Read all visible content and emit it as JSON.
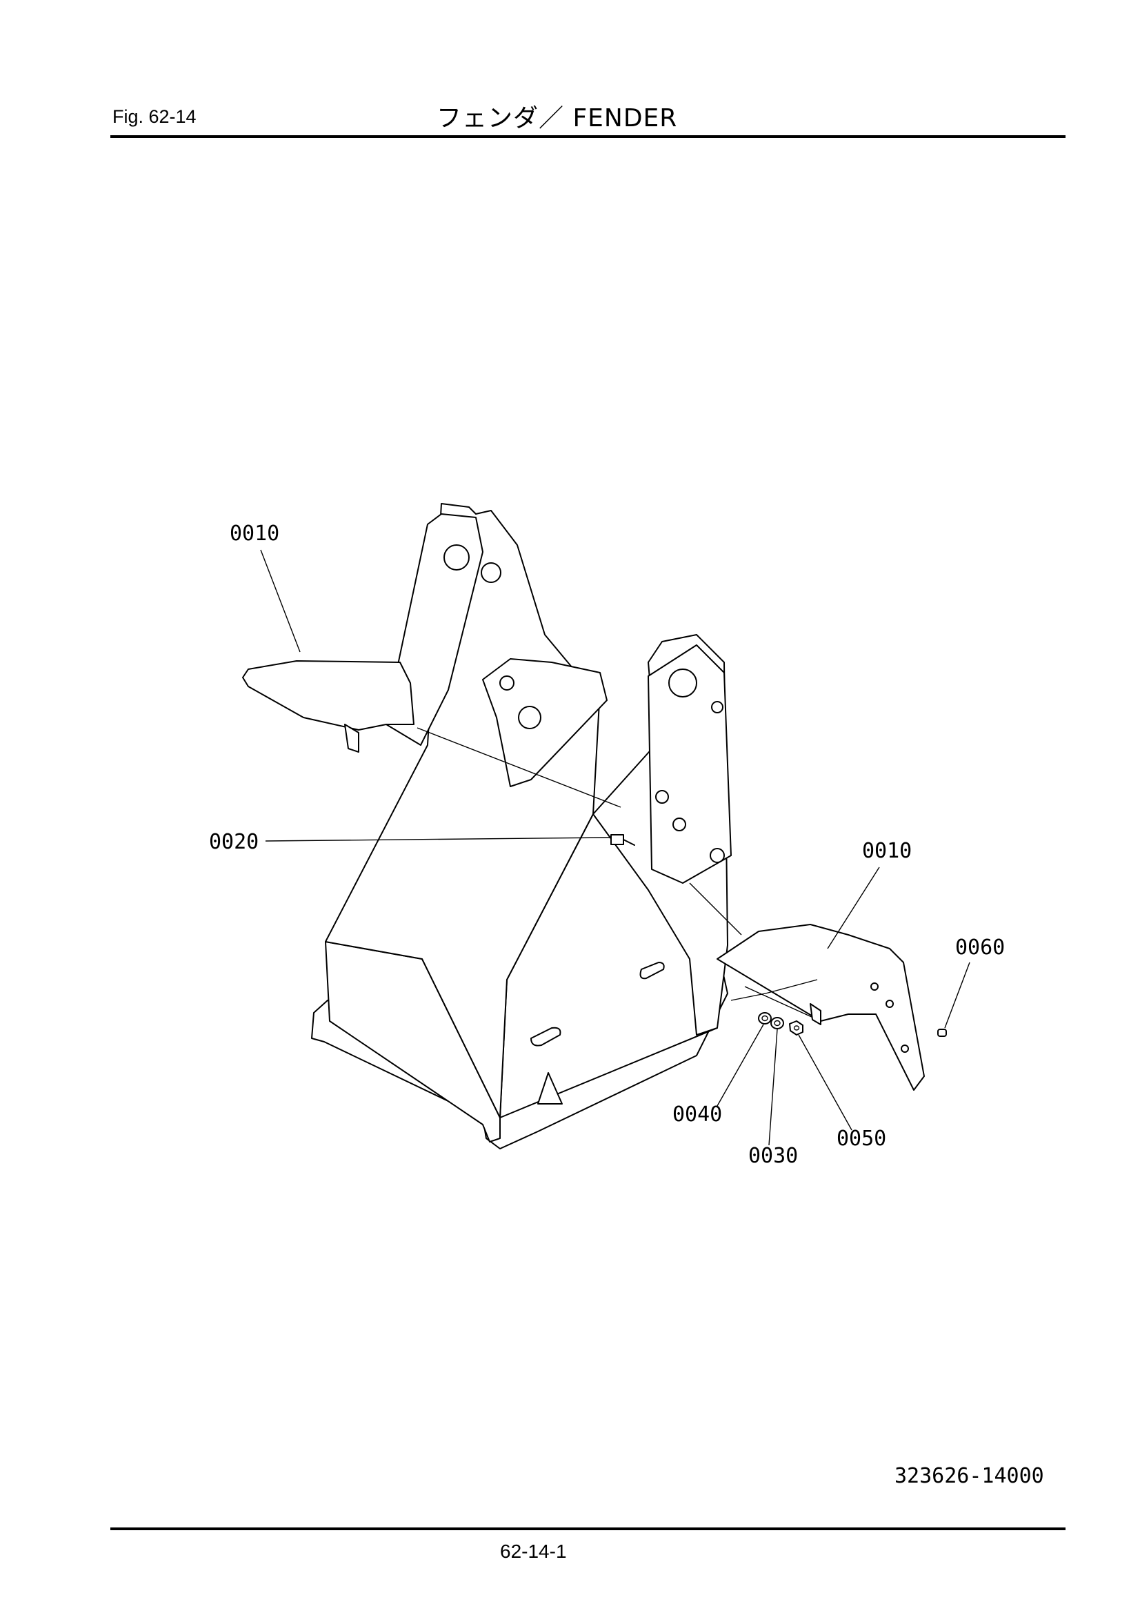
{
  "header": {
    "figure_label": "Fig.  62-14",
    "title": "フェンダ／ FENDER"
  },
  "callouts": {
    "c0010_left": "0010",
    "c0020": "0020",
    "c0010_right": "0010",
    "c0060": "0060",
    "c0040": "0040",
    "c0030": "0030",
    "c0050": "0050"
  },
  "footer": {
    "drawing_number": "323626-14000",
    "page_number": "62-14-1"
  }
}
